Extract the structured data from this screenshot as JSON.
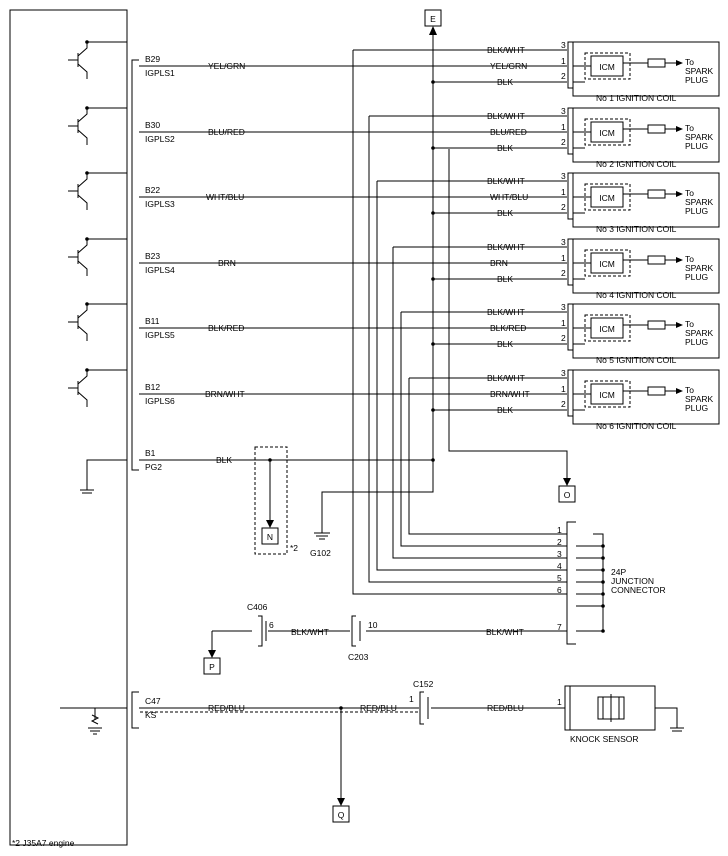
{
  "ecm": {
    "pins": [
      {
        "pin": "B29",
        "name": "IGPLS1"
      },
      {
        "pin": "B30",
        "name": "IGPLS2"
      },
      {
        "pin": "B22",
        "name": "IGPLS3"
      },
      {
        "pin": "B23",
        "name": "IGPLS4"
      },
      {
        "pin": "B11",
        "name": "IGPLS5"
      },
      {
        "pin": "B12",
        "name": "IGPLS6"
      },
      {
        "pin": "B1",
        "name": "PG2"
      },
      {
        "pin": "C47",
        "name": "KS"
      }
    ]
  },
  "signal_wires": [
    "YEL/GRN",
    "BLU/RED",
    "WHT/BLU",
    "BRN",
    "BLK/RED",
    "BRN/WHT"
  ],
  "ground_wire": "BLK",
  "coils": [
    {
      "title": "No 1 IGNITION COIL",
      "w3": "BLK/WHT",
      "w1": "YEL/GRN",
      "w2": "BLK"
    },
    {
      "title": "No 2 IGNITION COIL",
      "w3": "BLK/WHT",
      "w1": "BLU/RED",
      "w2": "BLK"
    },
    {
      "title": "No 3 IGNITION COIL",
      "w3": "BLK/WHT",
      "w1": "WHT/BLU",
      "w2": "BLK"
    },
    {
      "title": "No 4 IGNITION COIL",
      "w3": "BLK/WHT",
      "w1": "BRN",
      "w2": "BLK"
    },
    {
      "title": "No 5 IGNITION COIL",
      "w3": "BLK/WHT",
      "w1": "BLK/RED",
      "w2": "BLK"
    },
    {
      "title": "No 6 IGNITION COIL",
      "w3": "BLK/WHT",
      "w1": "BRN/WHT",
      "w2": "BLK"
    }
  ],
  "coil_pins": [
    "3",
    "1",
    "2"
  ],
  "icm_label": "ICM",
  "spark_to": "To",
  "spark_l1": "SPARK",
  "spark_l2": "PLUG",
  "connectors": {
    "E": "E",
    "O": "O",
    "N": "N",
    "P": "P",
    "Q": "Q"
  },
  "note_mark": "*2",
  "g102": "G102",
  "junction": {
    "pins": [
      "1",
      "2",
      "3",
      "4",
      "5",
      "6",
      "7"
    ],
    "l1": "24P",
    "l2": "JUNCTION",
    "l3": "CONNECTOR"
  },
  "c406": {
    "name": "C406",
    "pin": "6"
  },
  "c203": {
    "name": "C203",
    "pin": "10"
  },
  "blk_wht": "BLK/WHT",
  "c152": {
    "name": "C152",
    "pin": "1"
  },
  "red_blu": "RED/BLU",
  "knock": {
    "pin": "1",
    "label": "KNOCK SENSOR"
  },
  "footnote": "*2  J35A7 engine"
}
